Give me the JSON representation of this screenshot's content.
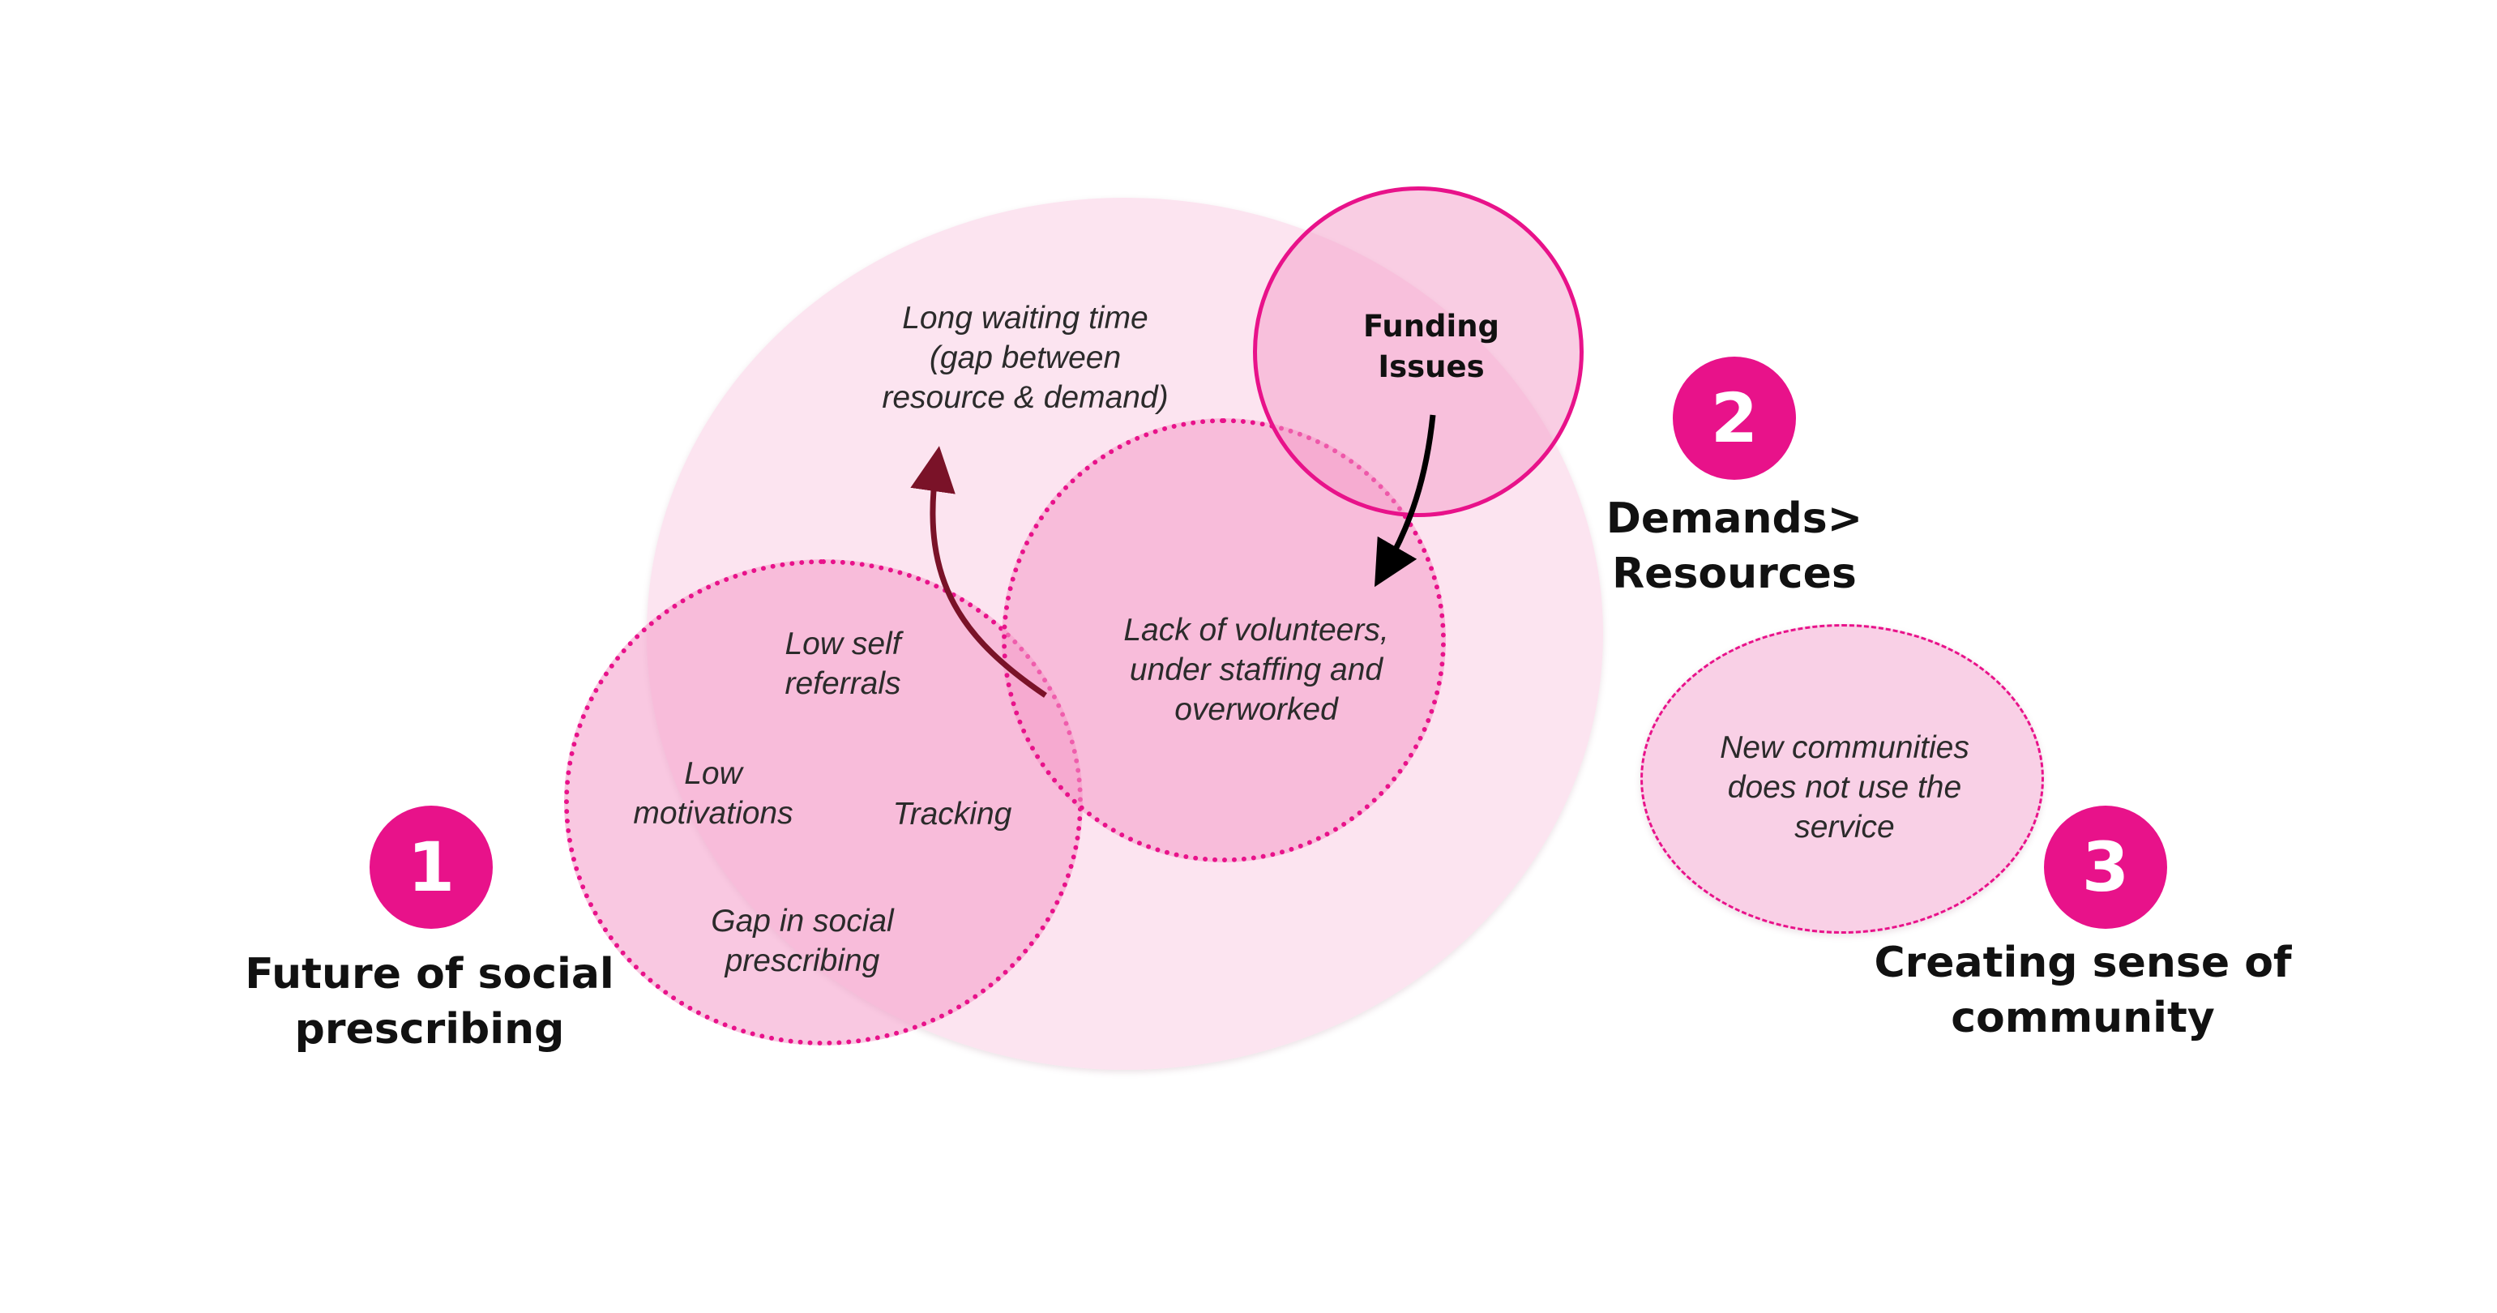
{
  "diagram": {
    "bubbles": {
      "long_waiting": "Long waiting time\n(gap between\nresource & demand)",
      "funding": "Funding\nIssues",
      "lack_volunteers": "Lack of volunteers,\nunder staffing and\noverworked",
      "low_self_referrals": "Low self\nreferrals",
      "low_motivations": "Low\nmotivations",
      "tracking": "Tracking",
      "gap_social": "Gap in social\nprescribing",
      "new_communities": "New communities\ndoes not use the\nservice"
    },
    "themes": [
      {
        "number": "1",
        "title": "Future of social\nprescribing"
      },
      {
        "number": "2",
        "title": "Demands>\nResources"
      },
      {
        "number": "3",
        "title": "Creating sense of\ncommunity"
      }
    ]
  },
  "colors": {
    "accent": "#e8128a",
    "dark_arrow": "#7a1228",
    "black_arrow": "#000000"
  }
}
